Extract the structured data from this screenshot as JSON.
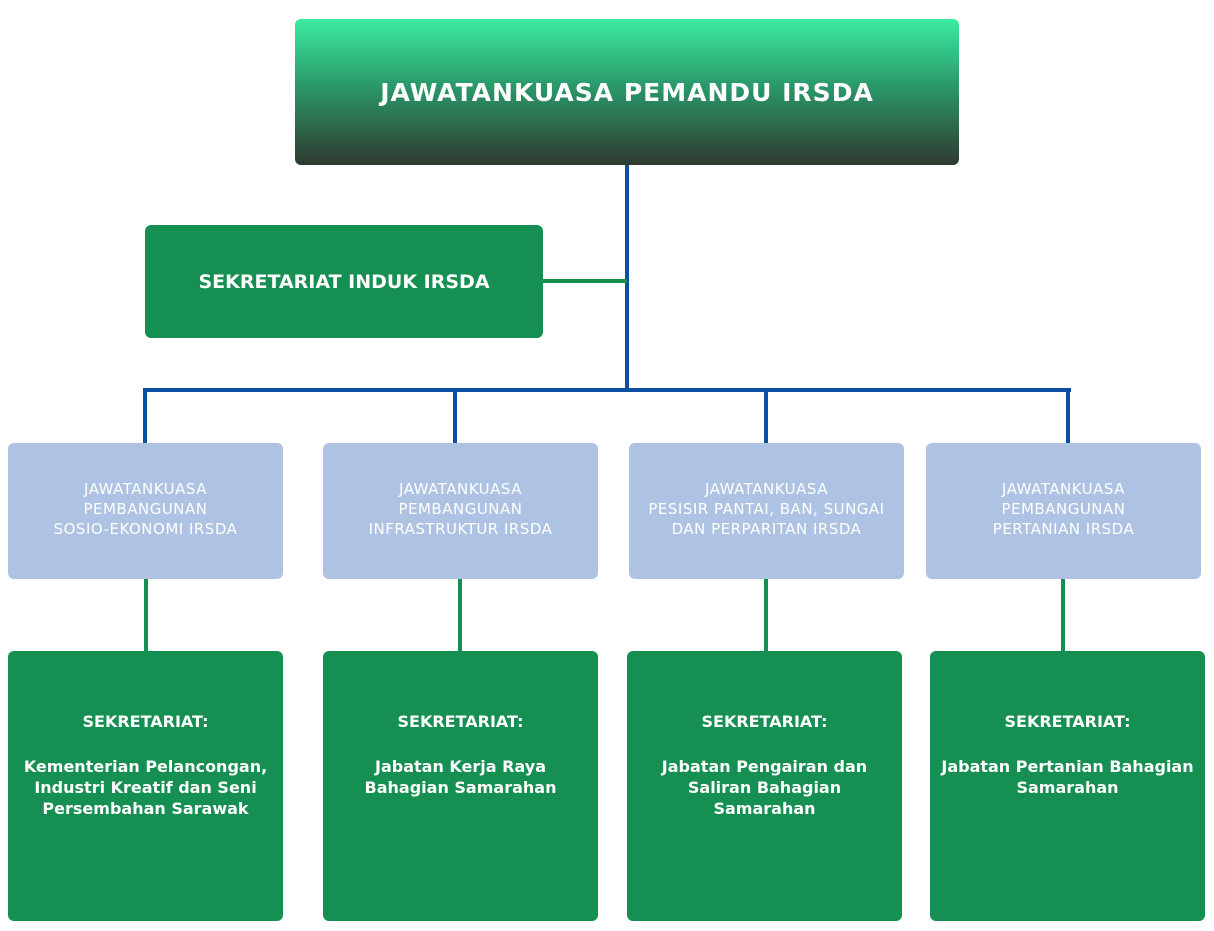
{
  "root": {
    "title": "JAWATANKUASA PEMANDU IRSDA"
  },
  "main_secretariat": {
    "title": "SEKRETARIAT INDUK IRSDA"
  },
  "committees": [
    {
      "lines": [
        "JAWATANKUASA",
        "PEMBANGUNAN",
        "SOSIO-EKONOMI IRSDA"
      ],
      "secretariat_label": "SEKRETARIAT:",
      "secretariat": "Kementerian Pelancongan, Industri Kreatif dan Seni Persembahan Sarawak"
    },
    {
      "lines": [
        "JAWATANKUASA",
        "PEMBANGUNAN",
        "INFRASTRUKTUR IRSDA"
      ],
      "secretariat_label": "SEKRETARIAT:",
      "secretariat": "Jabatan Kerja Raya Bahagian Samarahan"
    },
    {
      "lines": [
        "JAWATANKUASA",
        "PESISIR PANTAI, BAN, SUNGAI",
        "DAN PERPARITAN IRSDA"
      ],
      "secretariat_label": "SEKRETARIAT:",
      "secretariat": "Jabatan Pengairan dan Saliran Bahagian Samarahan"
    },
    {
      "lines": [
        "JAWATANKUASA",
        "PEMBANGUNAN",
        "PERTANIAN IRSDA"
      ],
      "secretariat_label": "SEKRETARIAT:",
      "secretariat": "Jabatan Pertanian Bahagian Samarahan"
    }
  ],
  "colors": {
    "blue_line": "#0b4ea2",
    "green": "#168f52",
    "light_blue": "#aec3e3"
  }
}
